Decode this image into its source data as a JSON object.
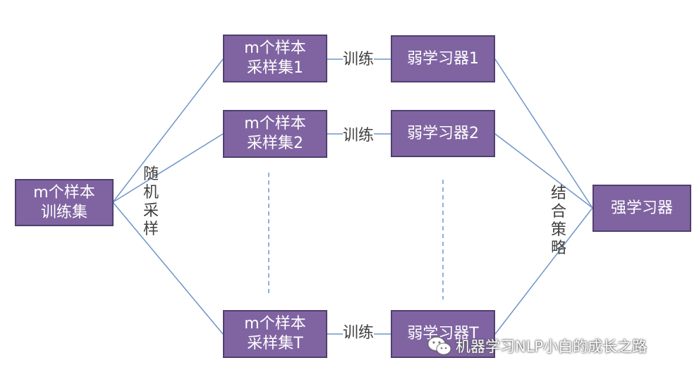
{
  "nodes": {
    "train_set": {
      "line1": "m个样本",
      "line2": "训练集"
    },
    "sample_1": {
      "line1": "m个样本",
      "line2": "采样集1"
    },
    "sample_2": {
      "line1": "m个样本",
      "line2": "采样集2"
    },
    "sample_t": {
      "line1": "m个样本",
      "line2": "采样集T"
    },
    "weak_1": {
      "label": "弱学习器1"
    },
    "weak_2": {
      "label": "弱学习器2"
    },
    "weak_t": {
      "label": "弱学习器T"
    },
    "strong": {
      "label": "强学习器"
    }
  },
  "edge_labels": {
    "train_1": "训练",
    "train_2": "训练",
    "train_t": "训练",
    "random_sampling": [
      "随",
      "机",
      "采",
      "样"
    ],
    "combine_strategy": [
      "结",
      "合",
      "策",
      "略"
    ]
  },
  "watermark": {
    "text": "机器学习NLP小白的成长之路",
    "icon": "wechat-icon"
  },
  "colors": {
    "box_fill": "#8064a2",
    "box_border": "#4f3f6e",
    "line": "#6f96c8",
    "text": "#404040"
  }
}
